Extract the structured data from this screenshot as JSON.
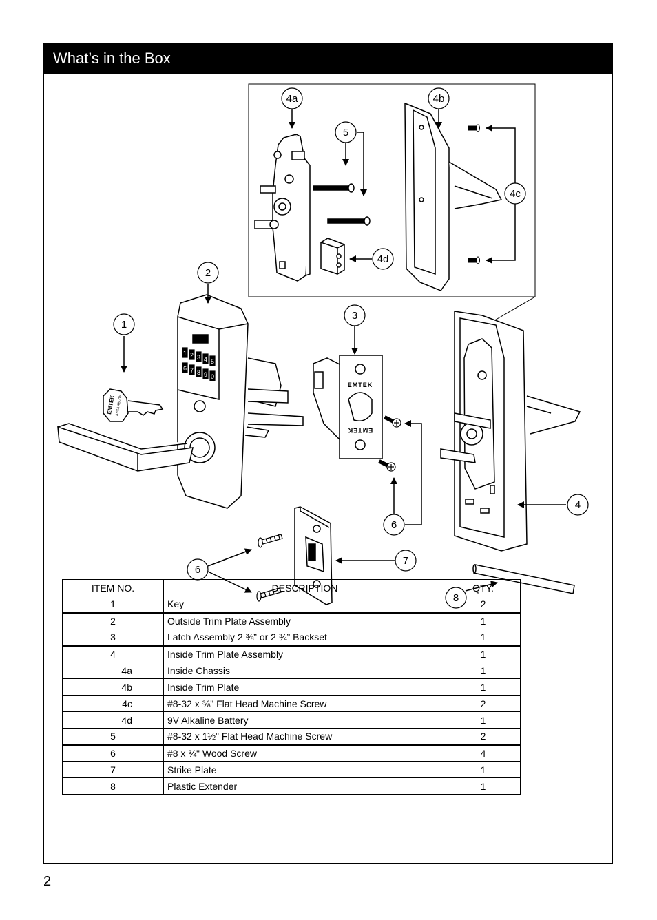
{
  "header": {
    "title": "What’s in the Box"
  },
  "callouts": {
    "c1": "1",
    "c2": "2",
    "c3": "3",
    "c4": "4",
    "c4a": "4a",
    "c4b": "4b",
    "c4c": "4c",
    "c4d": "4d",
    "c5": "5",
    "c6a": "6",
    "c6b": "6",
    "c7": "7",
    "c8": "8"
  },
  "product_text": {
    "brand": "EMTEK",
    "brand_sub": "ASSA ABLOY",
    "keypad_keys": [
      "1",
      "2",
      "3",
      "4",
      "5",
      "6",
      "7",
      "8",
      "9",
      "0"
    ]
  },
  "parts_table": {
    "headers": {
      "item": "ITEM NO.",
      "description": "DESCRIPTION",
      "qty": "QTY."
    },
    "rows": [
      {
        "item": "1",
        "description": "Key",
        "qty": "2"
      },
      {
        "item": "2",
        "description": "Outside Trim Plate Assembly",
        "qty": "1"
      },
      {
        "item": "3",
        "description": "Latch Assembly 2 ⅜” or 2 ¾” Backset",
        "qty": "1"
      },
      {
        "item": "4",
        "description": "Inside Trim Plate Assembly",
        "qty": "1"
      },
      {
        "item": "4a",
        "description": "Inside Chassis",
        "qty": "1"
      },
      {
        "item": "4b",
        "description": "Inside Trim Plate",
        "qty": "1"
      },
      {
        "item": "4c",
        "description": "#8-32 x ⅜\" Flat Head Machine Screw",
        "qty": "2"
      },
      {
        "item": "4d",
        "description": " 9V Alkaline Battery",
        "qty": "1"
      },
      {
        "item": "5",
        "description": "#8-32 x 1½\" Flat Head Machine Screw",
        "qty": "2"
      },
      {
        "item": "6",
        "description": "#8 x ¾\" Wood Screw",
        "qty": "4"
      },
      {
        "item": "7",
        "description": "Strike Plate",
        "qty": "1"
      },
      {
        "item": "8",
        "description": "Plastic Extender",
        "qty": "1"
      }
    ]
  },
  "page": {
    "number": "2"
  }
}
